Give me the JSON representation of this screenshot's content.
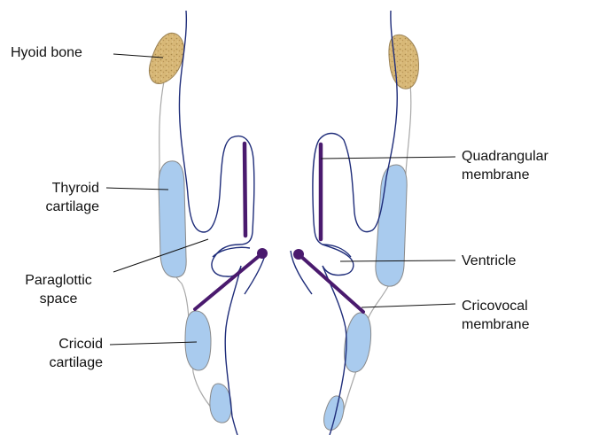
{
  "labels": {
    "hyoid_bone": "Hyoid bone",
    "thyroid_line1": "Thyroid",
    "thyroid_line2": "cartilage",
    "paraglottic_line1": "Paraglottic",
    "paraglottic_line2": "space",
    "cricoid_line1": "Cricoid",
    "cricoid_line2": "cartilage",
    "quadrangular_line1": "Quadrangular",
    "quadrangular_line2": "membrane",
    "ventricle": "Ventricle",
    "cricovocal_line1": "Cricovocal",
    "cricovocal_line2": "membrane"
  },
  "colors": {
    "cartilage_fill": "#a9cbee",
    "cartilage_stroke": "#8a8a8a",
    "bone_fill": "#d8b877",
    "mucosa_line": "#1f2d7a",
    "membrane": "#4a1a6e",
    "outline_gray": "#a8a8a8",
    "leader_line": "#111111"
  }
}
